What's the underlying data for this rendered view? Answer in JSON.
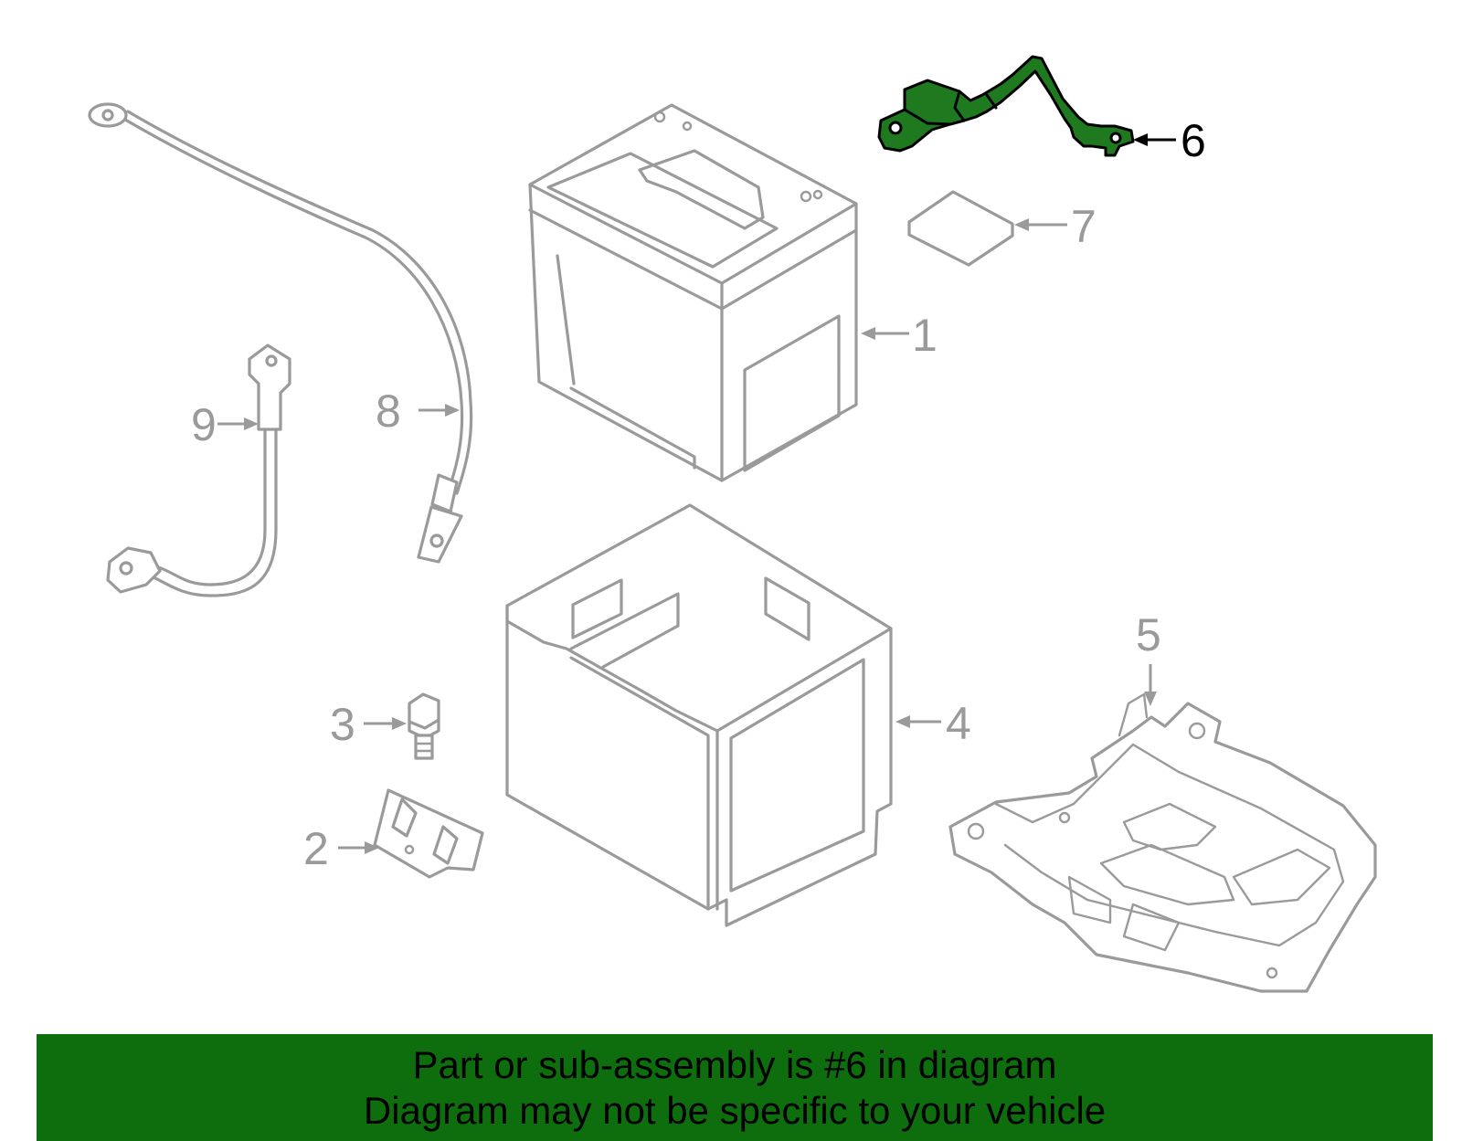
{
  "callouts": {
    "c1": "1",
    "c2": "2",
    "c3": "3",
    "c4": "4",
    "c5": "5",
    "c6": "6",
    "c7": "7",
    "c8": "8",
    "c9": "9"
  },
  "banner": {
    "line1": "Part or sub-assembly is #6 in diagram",
    "line2": "Diagram may not be specific to your vehicle"
  },
  "colors": {
    "highlight": "#1f7a1f",
    "banner": "#0e6e0e",
    "linework": "#9a9a9a"
  }
}
